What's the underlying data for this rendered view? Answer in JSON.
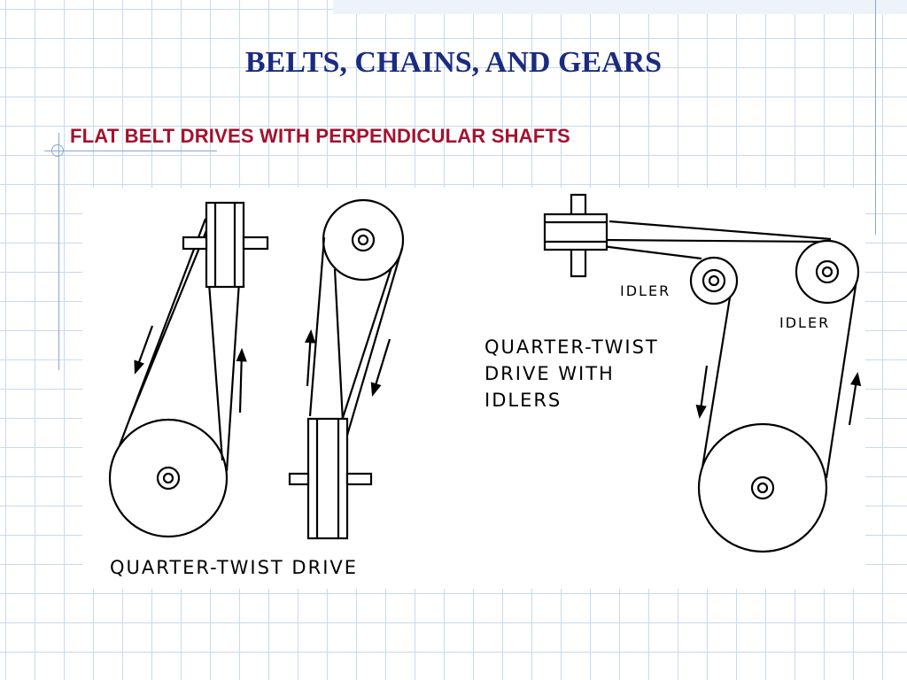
{
  "slide": {
    "title": "BELTS, CHAINS, AND GEARS",
    "subtitle": "FLAT BELT DRIVES WITH PERPENDICULAR SHAFTS"
  },
  "diagram": {
    "left_caption": "QUARTER-TWIST DRIVE",
    "right_caption_lines": [
      "QUARTER-TWIST",
      "DRIVE WITH",
      "IDLERS"
    ],
    "idler_label_1": "IDLER",
    "idler_label_2": "IDLER"
  }
}
